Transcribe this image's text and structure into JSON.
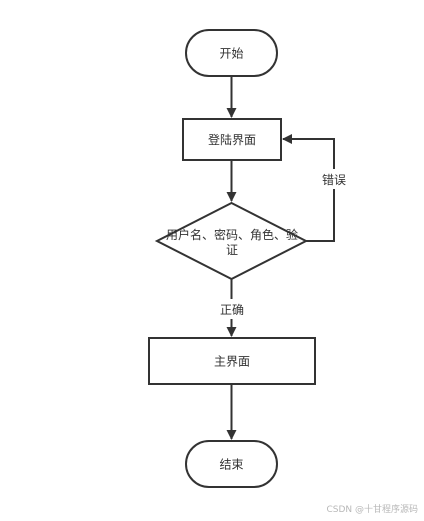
{
  "flowchart": {
    "nodes": {
      "start": {
        "label": "开始",
        "shape": "terminal"
      },
      "login": {
        "label": "登陆界面",
        "shape": "process"
      },
      "verify": {
        "label_line1": "用户名、密码、角色、验",
        "label_line2": "证",
        "shape": "decision"
      },
      "main": {
        "label": "主界面",
        "shape": "process"
      },
      "end": {
        "label": "结束",
        "shape": "terminal"
      }
    },
    "edges": {
      "verify_to_main": {
        "label": "正确"
      },
      "verify_to_login": {
        "label": "错误"
      }
    },
    "colors": {
      "stroke": "#333333",
      "text": "#333333",
      "background": "#ffffff"
    }
  },
  "watermark": {
    "text": "CSDN @十甘程序源码"
  }
}
